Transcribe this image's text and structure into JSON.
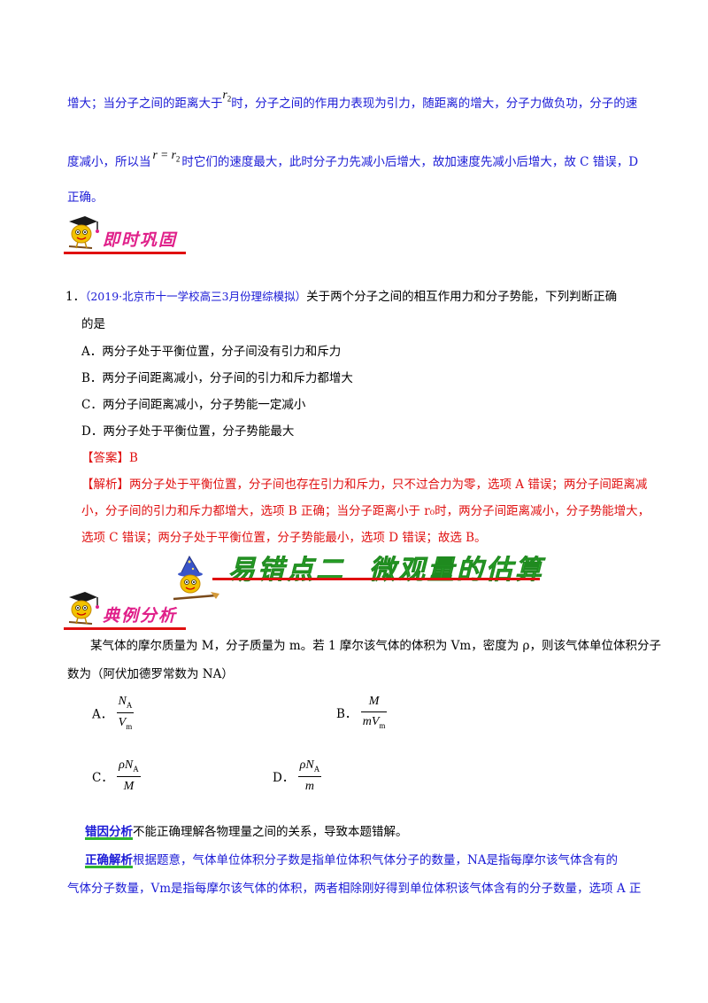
{
  "top_paragraph": {
    "line1_a": "增大；当分子之间的距离大于",
    "line1_sym": "r",
    "line1_sub": "2",
    "line1_b": "时，分子之间的作用力表现为引力，随距离的增大，分子力做负功，分子的速",
    "line2_a": "度减小，所以当",
    "line2_eq": "r = r",
    "line2_sub": "2",
    "line2_b": "时它们的速度最大，此时分子力先减小后增大，故加速度先减小后增大，故 C 错误，D",
    "line3": "正确。"
  },
  "section_consolidate": {
    "title": "即时巩固"
  },
  "question1": {
    "number": "1．",
    "source": "（2019·北京市十一学校高三3月份理综模拟）",
    "stem_a": "关于两个分子之间的相互作用力和分子势能，下列判断正确",
    "stem_b": "的是",
    "options": [
      "A．两分子处于平衡位置，分子间没有引力和斥力",
      "B．两分子间距离减小，分子间的引力和斥力都增大",
      "C．两分子间距离减小，分子势能一定减小",
      "D．两分子处于平衡位置，分子势能最大"
    ],
    "answer": "【答案】B",
    "analysis_label": "【解析】",
    "analysis_1": "两分子处于平衡位置，分子间也存在引力和斥力，只不过合力为零，选项 A 错误；两分子间距离减",
    "analysis_2": "小，分子间的引力和斥力都增大，选项 B 正确；当分子距离小于 r₀时，两分子间距离减小，分子势能增大，",
    "analysis_3": "选项 C 错误；两分子处于平衡位置，分子势能最小，选项 D 错误；故选 B。"
  },
  "banner": {
    "title": "易错点二  微观量的估算"
  },
  "section_example": {
    "title": "典例分析"
  },
  "example": {
    "stem_1": "某气体的摩尔质量为 M，分子质量为 m。若 1 摩尔该气体的体积为 Vm，密度为 ρ，则该气体单位体积分子",
    "stem_2": "数为（阿伏加德罗常数为 NA）",
    "opt_a_label": "A．",
    "opt_a_num": "N",
    "opt_a_num_sub": "A",
    "opt_a_den": "V",
    "opt_a_den_sub": "m",
    "opt_b_label": "B．",
    "opt_b_num": "M",
    "opt_b_den": "mV",
    "opt_b_den_sub": "m",
    "opt_c_label": "C．",
    "opt_c_num": "ρN",
    "opt_c_num_sub": "A",
    "opt_c_den": "M",
    "opt_d_label": "D．",
    "opt_d_num": "ρN",
    "opt_d_num_sub": "A",
    "opt_d_den": "m"
  },
  "error_analysis": {
    "label": "错因分析",
    "text": "不能正确理解各物理量之间的关系，导致本题错解。"
  },
  "correct_analysis": {
    "label": "正确解析",
    "text_1": "根据题意，气体单位体积分子数是指单位体积气体分子的数量，NA是指每摩尔该气体含有的",
    "text_2": "气体分子数量，Vm是指每摩尔该气体的体积，两者相除刚好得到单位体积该气体含有的分子数量，选项 A 正"
  },
  "colors": {
    "blue": "#1a1ad6",
    "red": "#e01010",
    "magenta": "#e0208a",
    "green": "#2fb52f"
  }
}
